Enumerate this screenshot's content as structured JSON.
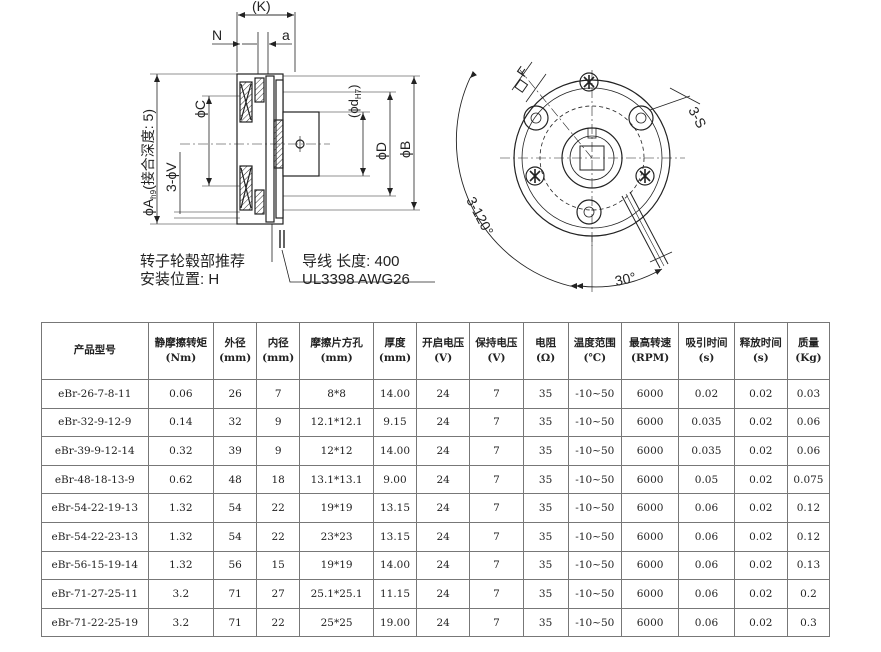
{
  "drawing": {
    "label_K": "(K)",
    "label_N": "N",
    "label_a": "a",
    "label_phiC": "ϕC",
    "label_phid": "(ϕd",
    "label_phid_sub": "H7",
    "label_phid_close": ")",
    "label_phiD": "ϕD",
    "label_phiB": "ϕB",
    "label_3phiV": "3-ϕV",
    "label_phiA": "ϕA",
    "label_phiA_sub": "h9",
    "label_phiA_note": "(接合深度: 5)",
    "label_F": "F",
    "label_3S": "3-S",
    "label_3_120": "3-120°",
    "label_30": "30°",
    "note_hub_line1": "转子轮毂部推荐",
    "note_hub_line2": "安装位置: H",
    "note_lead_line1": "导线 长度: 400",
    "note_lead_line2": "UL3398 AWG26"
  },
  "table": {
    "headers": [
      {
        "name": "产品型号",
        "unit": ""
      },
      {
        "name": "静摩擦转矩",
        "unit": "(Nm)"
      },
      {
        "name": "外径",
        "unit": "(mm)"
      },
      {
        "name": "内径",
        "unit": "(mm)"
      },
      {
        "name": "摩擦片方孔",
        "unit": "(mm)"
      },
      {
        "name": "厚度",
        "unit": "(mm)"
      },
      {
        "name": "开启电压",
        "unit": "(V)"
      },
      {
        "name": "保持电压",
        "unit": "(V)"
      },
      {
        "name": "电阻",
        "unit": "(Ω)"
      },
      {
        "name": "温度范围",
        "unit": "(℃)"
      },
      {
        "name": "最高转速",
        "unit": "(RPM)"
      },
      {
        "name": "吸引时间",
        "unit": "(s)"
      },
      {
        "name": "释放时间",
        "unit": "(s)"
      },
      {
        "name": "质量",
        "unit": "(Kg)"
      }
    ],
    "rows": [
      [
        "eBr-26-7-8-11",
        "0.06",
        "26",
        "7",
        "8*8",
        "14.00",
        "24",
        "7",
        "35",
        "-10~50",
        "6000",
        "0.02",
        "0.02",
        "0.03"
      ],
      [
        "eBr-32-9-12-9",
        "0.14",
        "32",
        "9",
        "12.1*12.1",
        "9.15",
        "24",
        "7",
        "35",
        "-10~50",
        "6000",
        "0.035",
        "0.02",
        "0.06"
      ],
      [
        "eBr-39-9-12-14",
        "0.32",
        "39",
        "9",
        "12*12",
        "14.00",
        "24",
        "7",
        "35",
        "-10~50",
        "6000",
        "0.035",
        "0.02",
        "0.06"
      ],
      [
        "eBr-48-18-13-9",
        "0.62",
        "48",
        "18",
        "13.1*13.1",
        "9.00",
        "24",
        "7",
        "35",
        "-10~50",
        "6000",
        "0.05",
        "0.02",
        "0.075"
      ],
      [
        "eBr-54-22-19-13",
        "1.32",
        "54",
        "22",
        "19*19",
        "13.15",
        "24",
        "7",
        "35",
        "-10~50",
        "6000",
        "0.06",
        "0.02",
        "0.12"
      ],
      [
        "eBr-54-22-23-13",
        "1.32",
        "54",
        "22",
        "23*23",
        "13.15",
        "24",
        "7",
        "35",
        "-10~50",
        "6000",
        "0.06",
        "0.02",
        "0.12"
      ],
      [
        "eBr-56-15-19-14",
        "1.32",
        "56",
        "15",
        "19*19",
        "14.00",
        "24",
        "7",
        "35",
        "-10~50",
        "6000",
        "0.06",
        "0.02",
        "0.13"
      ],
      [
        "eBr-71-27-25-11",
        "3.2",
        "71",
        "27",
        "25.1*25.1",
        "11.15",
        "24",
        "7",
        "35",
        "-10~50",
        "6000",
        "0.06",
        "0.02",
        "0.2"
      ],
      [
        "eBr-71-22-25-19",
        "3.2",
        "71",
        "22",
        "25*25",
        "19.00",
        "24",
        "7",
        "35",
        "-10~50",
        "6000",
        "0.06",
        "0.02",
        "0.3"
      ]
    ]
  }
}
